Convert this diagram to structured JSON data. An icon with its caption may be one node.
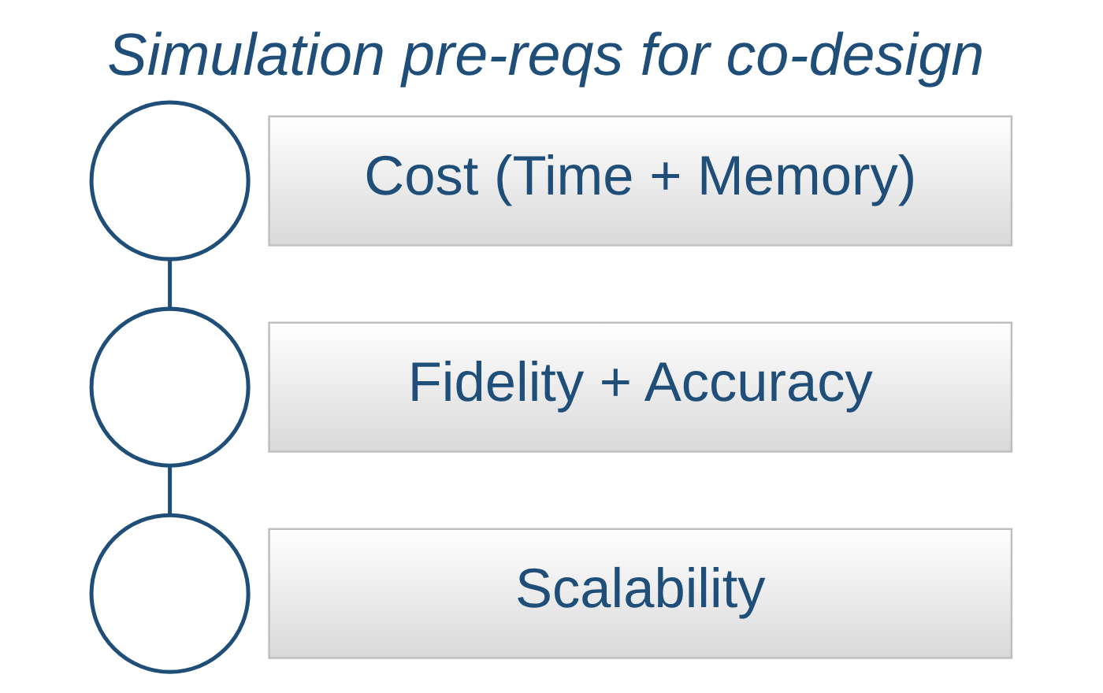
{
  "diagram": {
    "title": "Simulation pre-reqs for co-design",
    "nodes": [
      {
        "text": [],
        "shape": "circle"
      },
      {
        "text": [
          "Cost (Time + Memory)"
        ]
      },
      {
        "text": [],
        "shape": "circle"
      },
      {
        "text": [
          "Fidelity + Accuracy"
        ]
      },
      {
        "text": [],
        "shape": "circle"
      },
      {
        "text": [
          "Scalability"
        ]
      }
    ],
    "edges": [
      {
        "from": 0,
        "to": 2,
        "arrow": "none"
      },
      {
        "from": 2,
        "to": 4,
        "arrow": "none"
      }
    ]
  }
}
